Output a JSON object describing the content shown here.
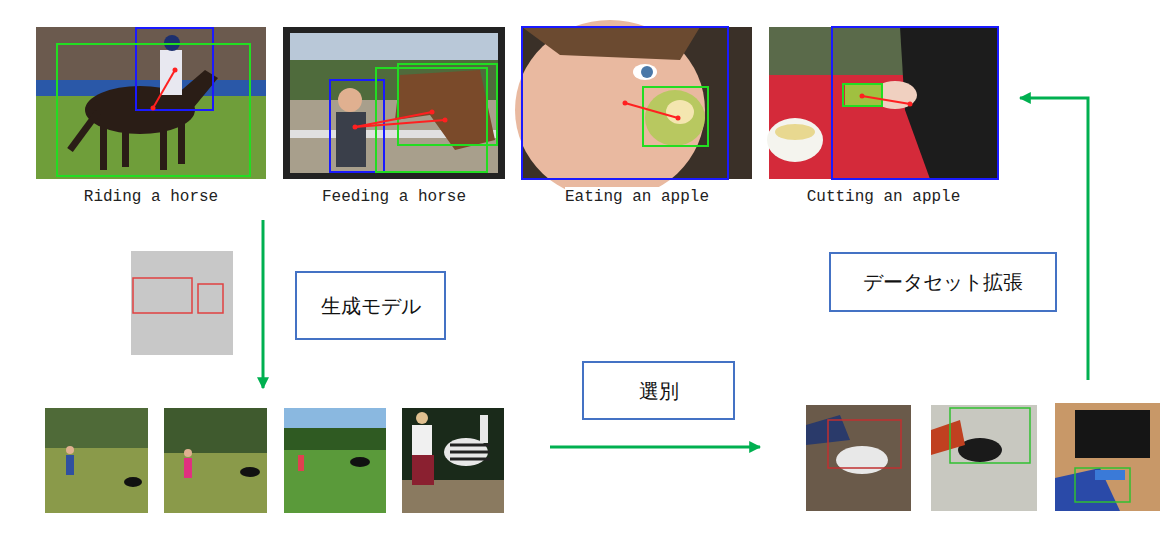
{
  "diagram": {
    "nodes": [
      {
        "text": [
          "Riding a horse"
        ]
      },
      {
        "text": [
          "Feeding a horse"
        ]
      },
      {
        "text": [
          "Eating an apple"
        ]
      },
      {
        "text": [
          "Cutting an apple"
        ]
      },
      {
        "text": [
          "生成モデル"
        ]
      },
      {
        "text": [
          "データセット拡張"
        ]
      },
      {
        "text": [
          "選別"
        ]
      }
    ]
  }
}
